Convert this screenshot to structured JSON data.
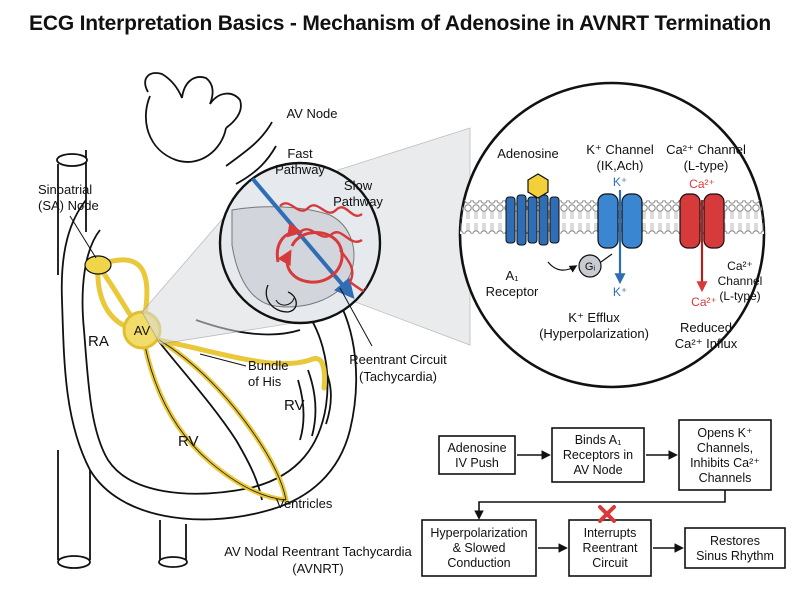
{
  "title": "ECG Interpretation Basics - Mechanism of Adenosine in AVNRT Termination",
  "heart_labels": {
    "sa_node": [
      "Sinoatrial",
      "(SA) Node"
    ],
    "ra": "RA",
    "av": "AV",
    "bundle": [
      "Bundle",
      "of His"
    ],
    "rv_left": "RV",
    "rv_right": "RV",
    "ventricles": "Ventricles",
    "avnrt": [
      "AV Nodal Reentrant Tachycardia",
      "(AVNRT)"
    ]
  },
  "zoom": {
    "av_node": "AV Node",
    "fast": [
      "Fast",
      "Pathway"
    ],
    "slow": [
      "Slow",
      "Pathway"
    ],
    "reentrant": [
      "Reentrant Circuit",
      "(Tachycardia)"
    ]
  },
  "cell": {
    "adenosine": "Adenosine",
    "k_channel": [
      "K⁺ Channel",
      "(IK,Ach)"
    ],
    "ca_channel": [
      "Ca²⁺ Channel",
      "(L-type)"
    ],
    "k_top": "K⁺",
    "ca_top": "Ca²⁺",
    "gi": "Gᵢ",
    "a1": [
      "A₁",
      "Receptor"
    ],
    "k_bottom": "K⁺",
    "ca_bottom": "Ca²⁺",
    "ca_channel_side": [
      "Ca²⁺",
      "Channel",
      "(L-type)"
    ],
    "k_efflux": [
      "K⁺ Efflux",
      "(Hyperpolarization)"
    ],
    "reduced": [
      "Reduced",
      "Ca²⁺ Influx"
    ]
  },
  "flow": {
    "step1": [
      "Adenosine",
      "IV Push"
    ],
    "step2": [
      "Binds A₁",
      "Receptors in",
      "AV Node"
    ],
    "step3": [
      "Opens K⁺",
      "Channels,",
      "Inhibits Ca²⁺",
      "Channels"
    ],
    "step4": [
      "Hyperpolarization",
      "& Slowed",
      "Conduction"
    ],
    "step5": [
      "Interrupts",
      "Reentrant",
      "Circuit"
    ],
    "step6": [
      "Restores",
      "Sinus Rhythm"
    ]
  },
  "colors": {
    "conduction": "#e9c83a",
    "receptor_blue": "#2f6db5",
    "k_blue": "#3a86d1",
    "ca_red": "#d63a3a",
    "zoom_fill": "#e6e9ee",
    "adenosine_yellow": "#f3cf3a"
  }
}
